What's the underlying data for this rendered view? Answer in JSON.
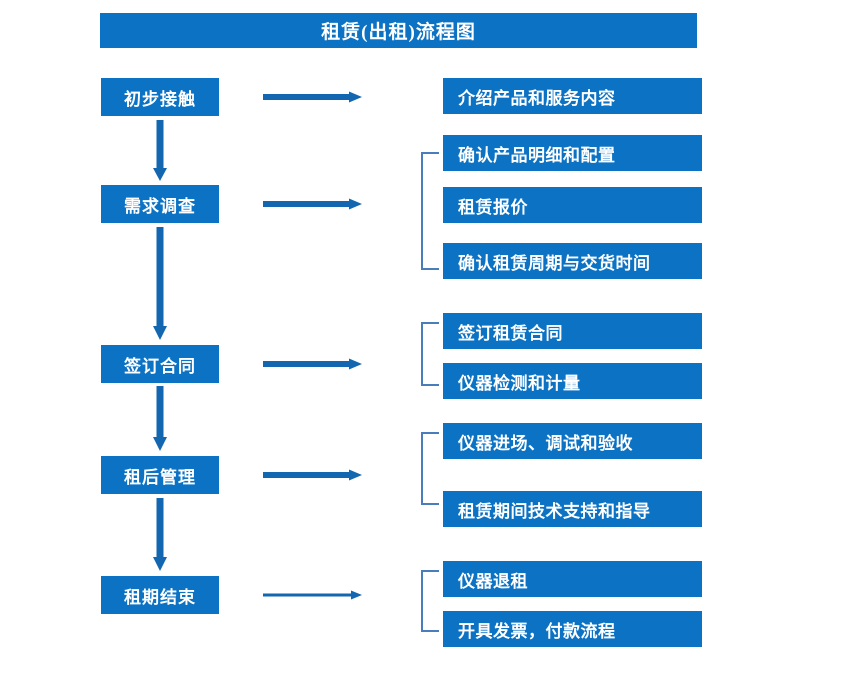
{
  "chart_data": {
    "type": "diagram",
    "diagram_kind": "flowchart",
    "title": "租赁(出租)流程图",
    "accent_color": "#0B72C4",
    "bracket_color": "#4A7EBB",
    "text_color": "#FFFFFF",
    "background": "#FFFFFF",
    "stages": [
      {
        "id": "stage-1",
        "label": "初步接触",
        "details": [
          "介绍产品和服务内容"
        ],
        "bracketed": false
      },
      {
        "id": "stage-2",
        "label": "需求调查",
        "details": [
          "确认产品明细和配置",
          "租赁报价",
          "确认租赁周期与交货时间"
        ],
        "bracketed": true
      },
      {
        "id": "stage-3",
        "label": "签订合同",
        "details": [
          "签订租赁合同",
          "仪器检测和计量"
        ],
        "bracketed": true
      },
      {
        "id": "stage-4",
        "label": "租后管理",
        "details": [
          "仪器进场、调试和验收",
          "租赁期间技术支持和指导"
        ],
        "bracketed": true
      },
      {
        "id": "stage-5",
        "label": "租期结束",
        "details": [
          "仪器退租",
          "开具发票，付款流程"
        ],
        "bracketed": true
      }
    ]
  },
  "title": {
    "text": "租赁(出租)流程图"
  },
  "stages": [
    {
      "label": "初步接触"
    },
    {
      "label": "需求调查"
    },
    {
      "label": "签订合同"
    },
    {
      "label": "租后管理"
    },
    {
      "label": "租期结束"
    }
  ],
  "details": [
    {
      "label": "介绍产品和服务内容"
    },
    {
      "label": "确认产品明细和配置"
    },
    {
      "label": "租赁报价"
    },
    {
      "label": "确认租赁周期与交货时间"
    },
    {
      "label": "签订租赁合同"
    },
    {
      "label": "仪器检测和计量"
    },
    {
      "label": "仪器进场、调试和验收"
    },
    {
      "label": "租赁期间技术支持和指导"
    },
    {
      "label": "仪器退租"
    },
    {
      "label": "开具发票，付款流程"
    }
  ]
}
